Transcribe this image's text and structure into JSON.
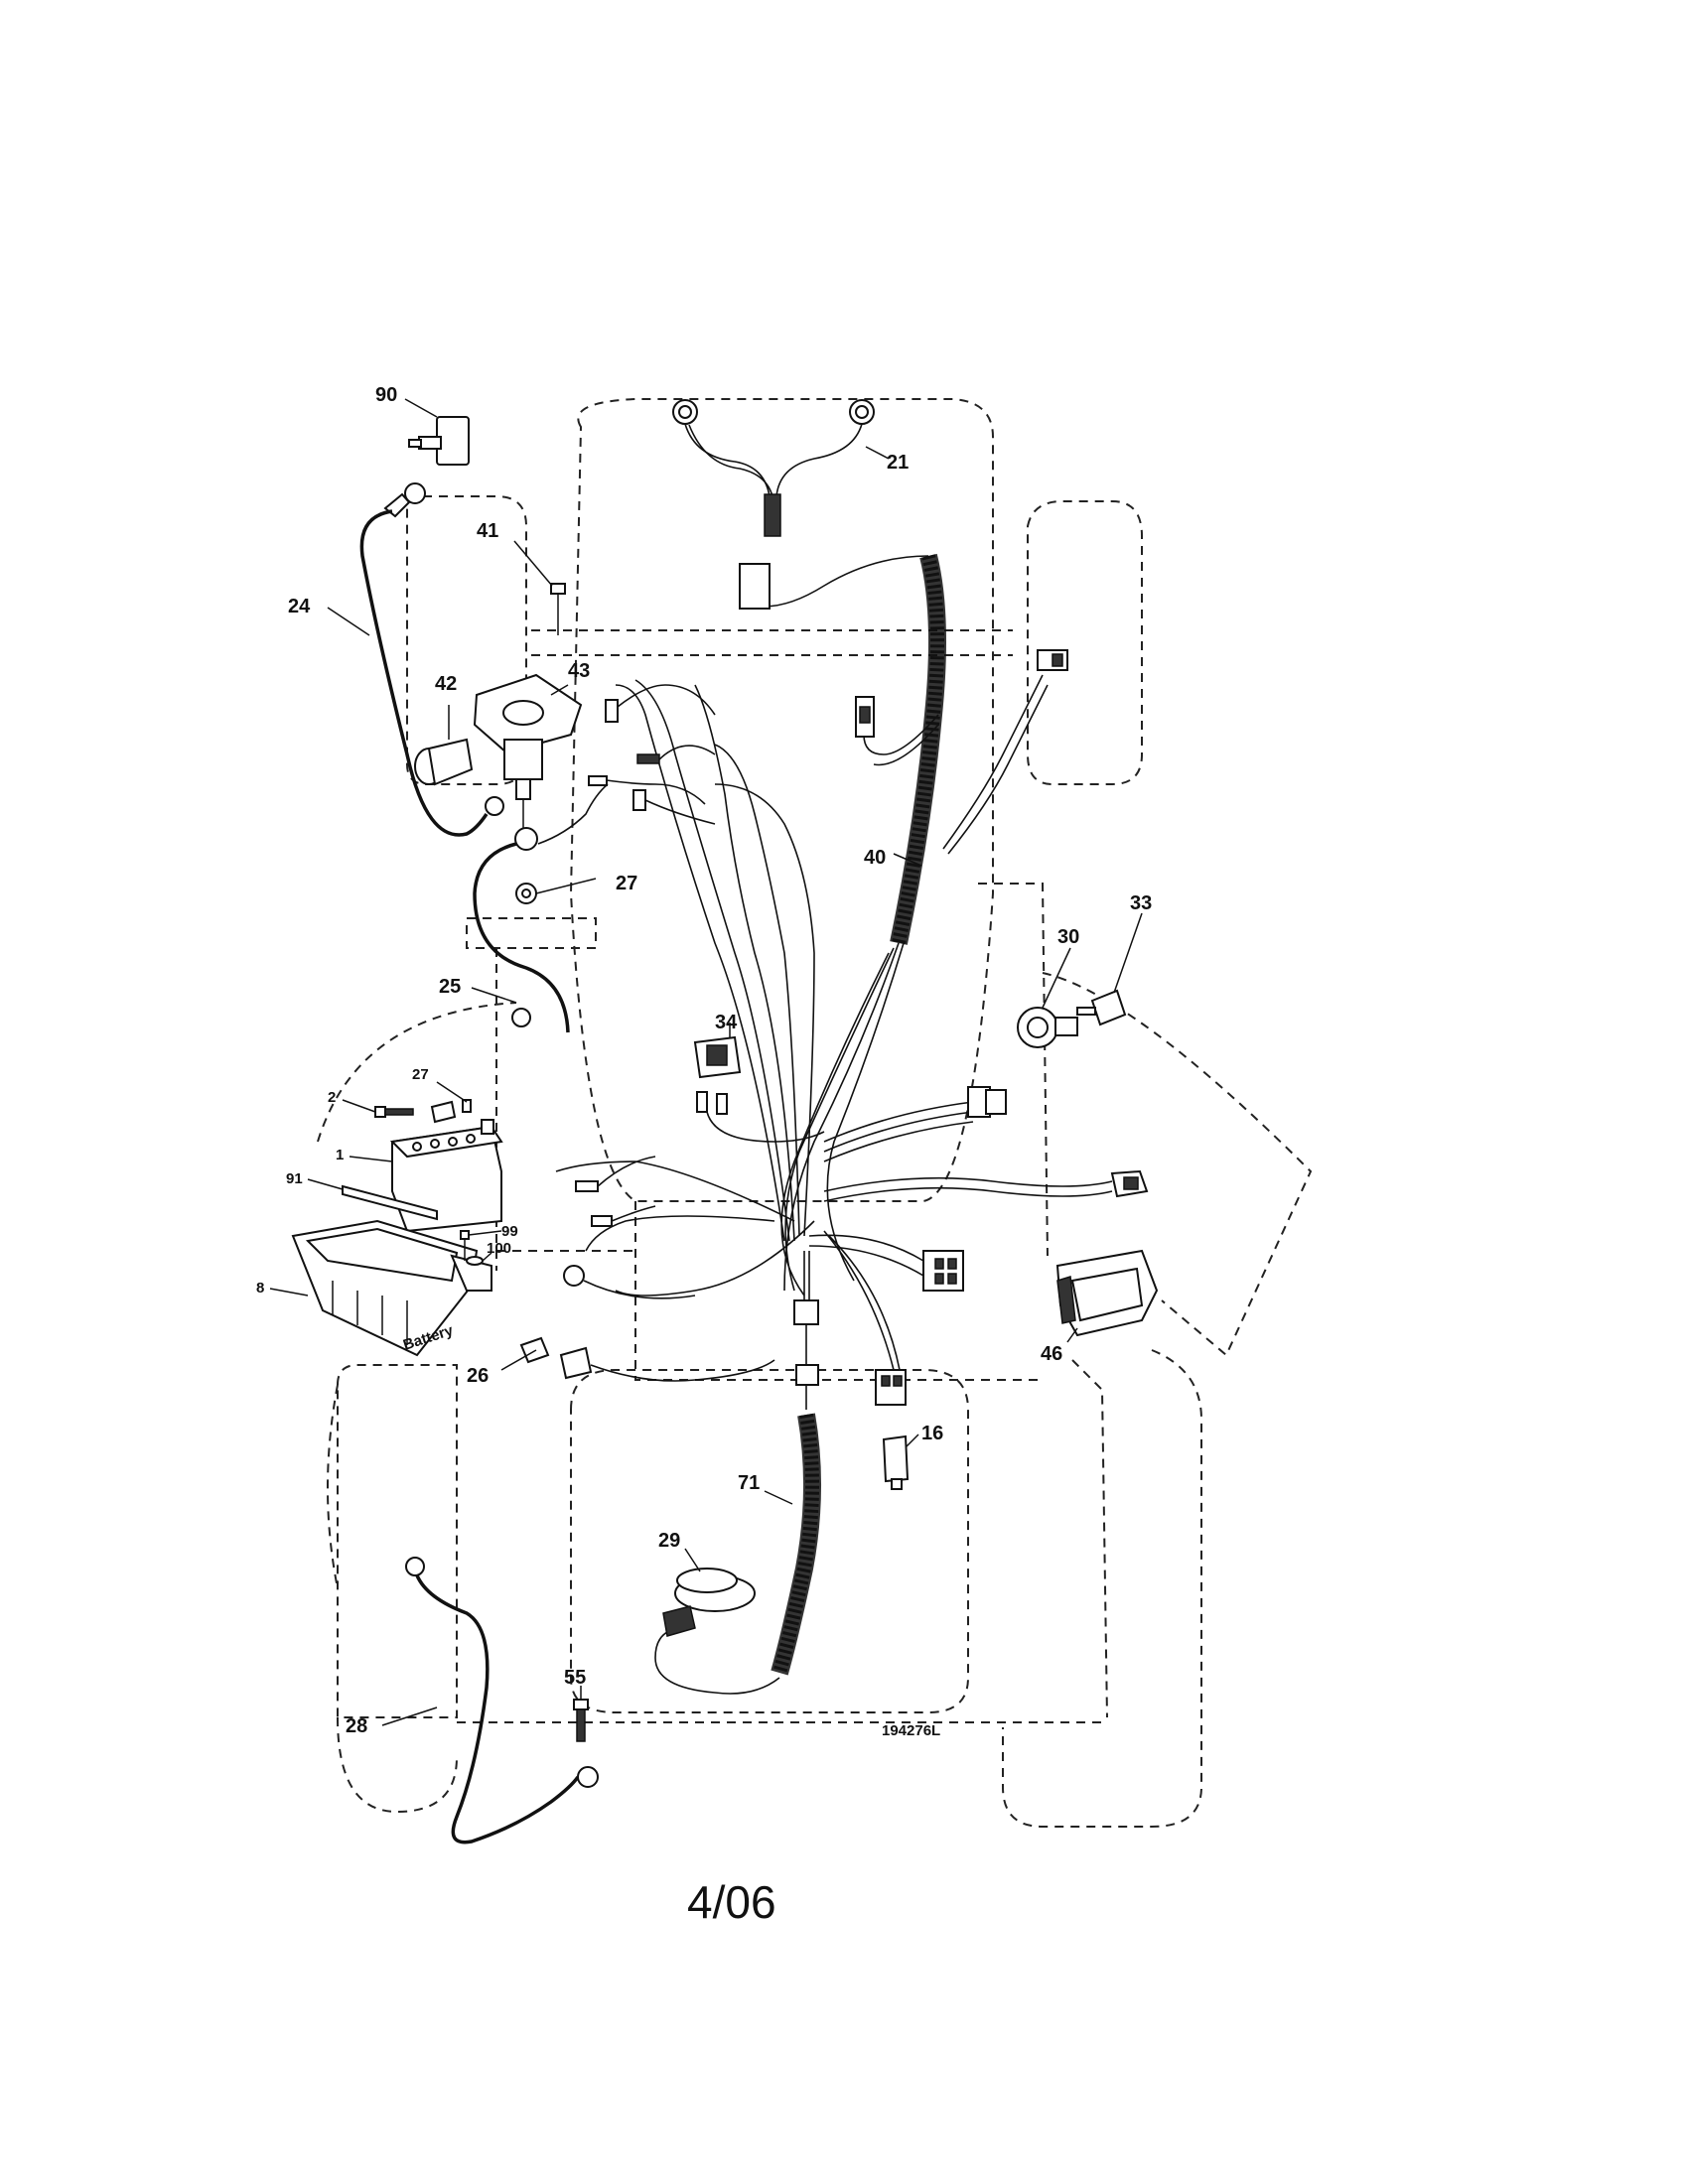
{
  "diagram": {
    "callouts": [
      {
        "id": "c90",
        "label": "90"
      },
      {
        "id": "c21",
        "label": "21"
      },
      {
        "id": "c41",
        "label": "41"
      },
      {
        "id": "c24",
        "label": "24"
      },
      {
        "id": "c42",
        "label": "42"
      },
      {
        "id": "c43",
        "label": "43"
      },
      {
        "id": "c27a",
        "label": "27"
      },
      {
        "id": "c40",
        "label": "40"
      },
      {
        "id": "c33",
        "label": "33"
      },
      {
        "id": "c30",
        "label": "30"
      },
      {
        "id": "c25",
        "label": "25"
      },
      {
        "id": "c34",
        "label": "34"
      },
      {
        "id": "c2",
        "label": "2"
      },
      {
        "id": "c27b",
        "label": "27"
      },
      {
        "id": "c1",
        "label": "1"
      },
      {
        "id": "c91",
        "label": "91"
      },
      {
        "id": "c99",
        "label": "99"
      },
      {
        "id": "c100",
        "label": "100"
      },
      {
        "id": "c8",
        "label": "8"
      },
      {
        "id": "c26",
        "label": "26"
      },
      {
        "id": "c46",
        "label": "46"
      },
      {
        "id": "c16",
        "label": "16"
      },
      {
        "id": "c71",
        "label": "71"
      },
      {
        "id": "c29",
        "label": "29"
      },
      {
        "id": "c55",
        "label": "55"
      },
      {
        "id": "c28",
        "label": "28"
      }
    ],
    "battery_mark": "Battery",
    "drawing_number": "194276L",
    "revision_date": "4/06"
  }
}
